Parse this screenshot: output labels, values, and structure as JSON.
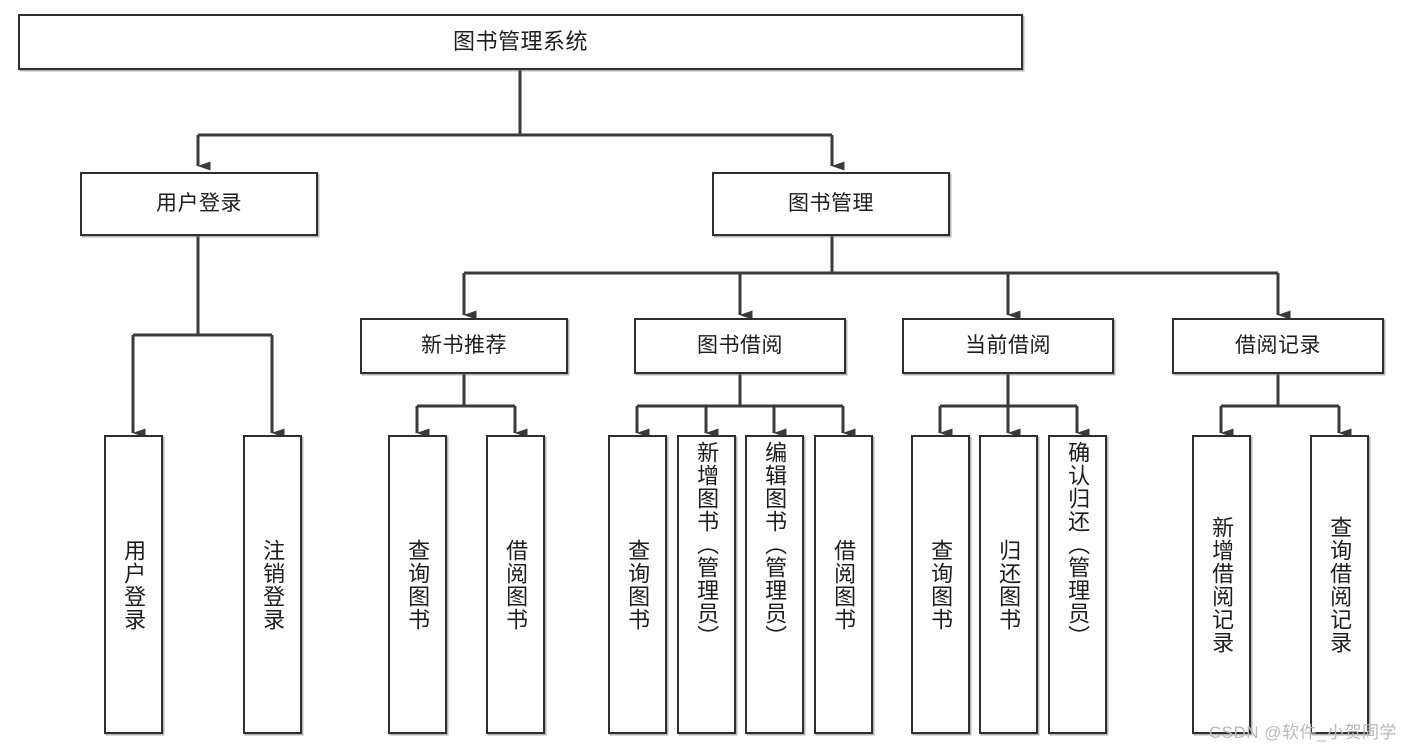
{
  "diagram": {
    "type": "tree",
    "title": "图书管理系统",
    "orientation": "top-down",
    "colors": {
      "background": "#ffffff",
      "node_border": "#2f2f2f",
      "node_fill": "#ffffff",
      "edge": "#3a3a3a",
      "text": "#1d1d1d",
      "watermark": "#b9b9b9"
    },
    "root": {
      "label": "图书管理系统"
    },
    "level1": [
      {
        "label": "用户登录"
      },
      {
        "label": "图书管理"
      }
    ],
    "level2": [
      {
        "label": "新书推荐"
      },
      {
        "label": "图书借阅"
      },
      {
        "label": "当前借阅"
      },
      {
        "label": "借阅记录"
      }
    ],
    "leaves": {
      "user_login": [
        {
          "label": "用户登录"
        },
        {
          "label": "注销登录"
        }
      ],
      "new_book_recommend": [
        {
          "label": "查询图书"
        },
        {
          "label": "借阅图书"
        }
      ],
      "book_borrow": [
        {
          "label": "查询图书"
        },
        {
          "label": "新增图书（管理员）"
        },
        {
          "label": "编辑图书（管理员）"
        },
        {
          "label": "借阅图书"
        }
      ],
      "current_borrow": [
        {
          "label": "查询图书"
        },
        {
          "label": "归还图书"
        },
        {
          "label": "确认归还（管理员）"
        }
      ],
      "borrow_record": [
        {
          "label": "新增借阅记录"
        },
        {
          "label": "查询借阅记录"
        }
      ]
    },
    "watermark": "CSDN @软件_小贺同学"
  }
}
